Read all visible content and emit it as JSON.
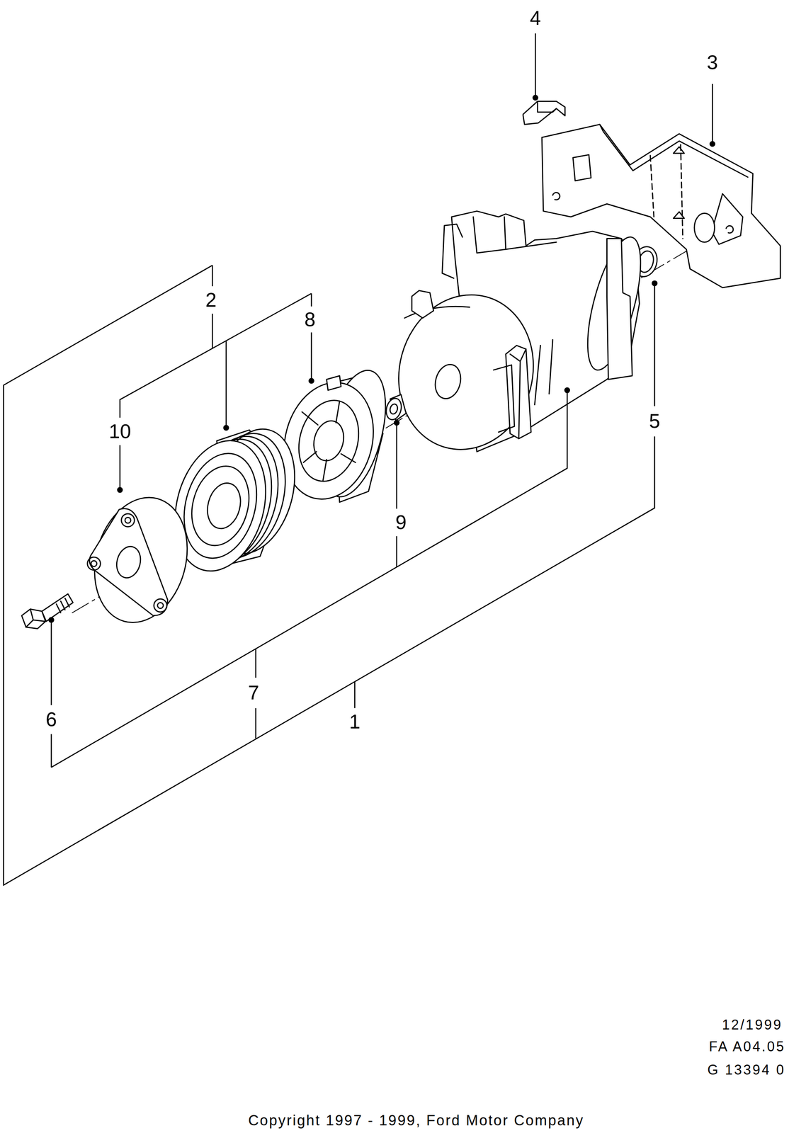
{
  "diagram": {
    "labels": [
      "4",
      "3",
      "2",
      "8",
      "10",
      "5",
      "9",
      "7",
      "6",
      "1",
      "12/1999",
      "FA A04.05",
      "G 13394 0",
      "Copyright 1997 - 1999, Ford Motor Company"
    ]
  }
}
